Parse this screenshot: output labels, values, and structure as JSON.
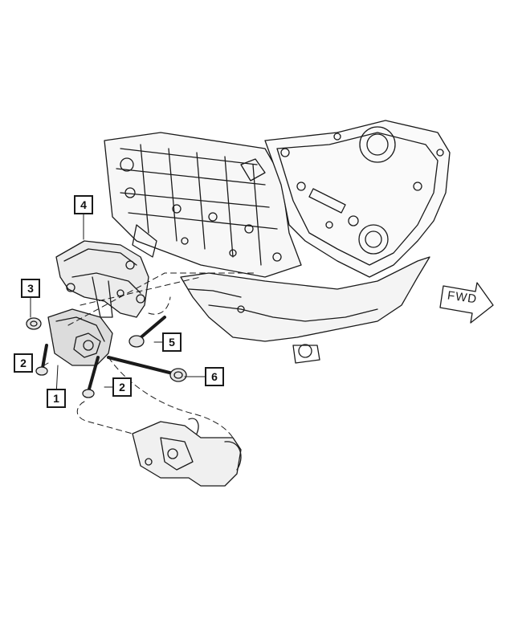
{
  "callouts": [
    {
      "id": "c4",
      "label": "4"
    },
    {
      "id": "c3",
      "label": "3"
    },
    {
      "id": "c5",
      "label": "5"
    },
    {
      "id": "c2a",
      "label": "2"
    },
    {
      "id": "c6",
      "label": "6"
    },
    {
      "id": "c2b",
      "label": "2"
    },
    {
      "id": "c1",
      "label": "1"
    }
  ],
  "direction_label": "FWD",
  "colors": {
    "line": "#1a1a1a",
    "shade": "#d9d9d9",
    "paper": "#ffffff"
  }
}
